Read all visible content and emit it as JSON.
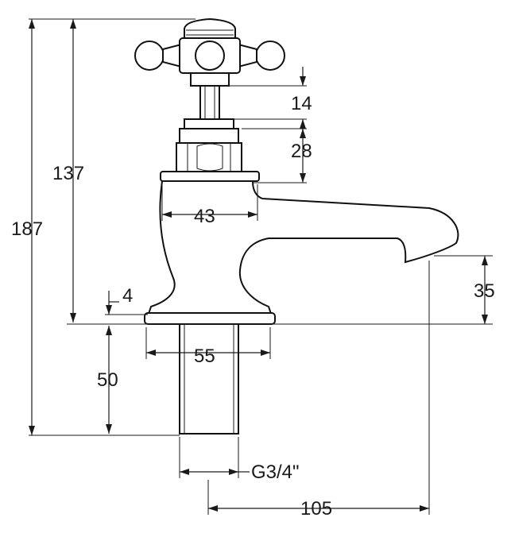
{
  "drawing": {
    "subject": "tap",
    "dimensions": {
      "overall_height": "187",
      "height_to_body": "137",
      "spindle": "14",
      "nut": "28",
      "body_width": "43",
      "flange_gap": "4",
      "spout_height": "35",
      "base_width": "55",
      "shank_length": "50",
      "thread": "G3/4\"",
      "projection": "105"
    }
  }
}
